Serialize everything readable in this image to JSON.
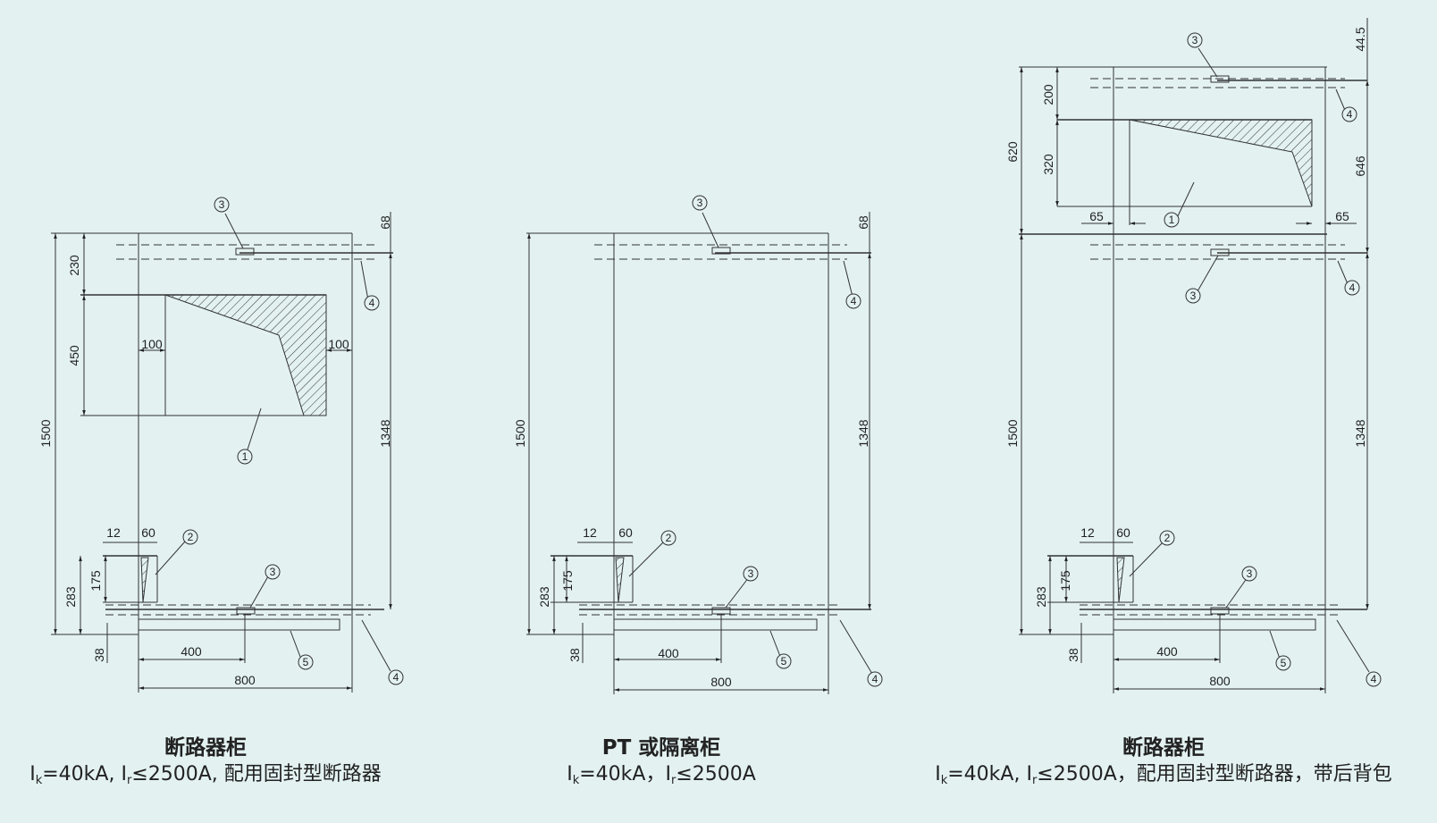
{
  "panels": [
    {
      "title": "断路器柜",
      "spec": {
        "i1": "I",
        "s1": "k",
        "mid": "=40kA, I",
        "s2": "r",
        "tail": "≤2500A, 配用固封型断路器"
      },
      "dims": {
        "d1500": "1500",
        "d1348": "1348",
        "d68": "68",
        "d230": "230",
        "d450": "450",
        "d100a": "100",
        "d100b": "100",
        "d12": "12",
        "d60": "60",
        "d175": "175",
        "d283": "283",
        "d38": "38",
        "d400": "400",
        "d800": "800"
      },
      "markers": {
        "m1": "1",
        "m2": "2",
        "m3a": "3",
        "m3b": "3",
        "m4a": "4",
        "m4b": "4",
        "m5": "5"
      }
    },
    {
      "title": "PT 或隔离柜",
      "spec": {
        "i1": "I",
        "s1": "k",
        "mid": "=40kA，I",
        "s2": "r",
        "tail": "≤2500A"
      },
      "dims": {
        "d1500": "1500",
        "d1348": "1348",
        "d68": "68",
        "d12": "12",
        "d60": "60",
        "d175": "175",
        "d283": "283",
        "d38": "38",
        "d400": "400",
        "d800": "800"
      },
      "markers": {
        "m2": "2",
        "m3a": "3",
        "m3b": "3",
        "m4a": "4",
        "m4b": "4",
        "m5": "5"
      }
    },
    {
      "title": "断路器柜",
      "spec": {
        "i1": "I",
        "s1": "k",
        "mid": "=40kA, I",
        "s2": "r",
        "tail": "≤2500A，配用固封型断路器，带后背包"
      },
      "dims": {
        "d44": "44.5",
        "d646": "646",
        "d620": "620",
        "d200": "200",
        "d320": "320",
        "d65a": "65",
        "d65b": "65",
        "d1500": "1500",
        "d1348": "1348",
        "d12": "12",
        "d60": "60",
        "d175": "175",
        "d283": "283",
        "d38": "38",
        "d400": "400",
        "d800": "800"
      },
      "markers": {
        "m1": "1",
        "m2": "2",
        "m3top": "3",
        "m3mid": "3",
        "m3b": "3",
        "m4top": "4",
        "m4mid": "4",
        "m4b": "4",
        "m5": "5"
      }
    }
  ]
}
